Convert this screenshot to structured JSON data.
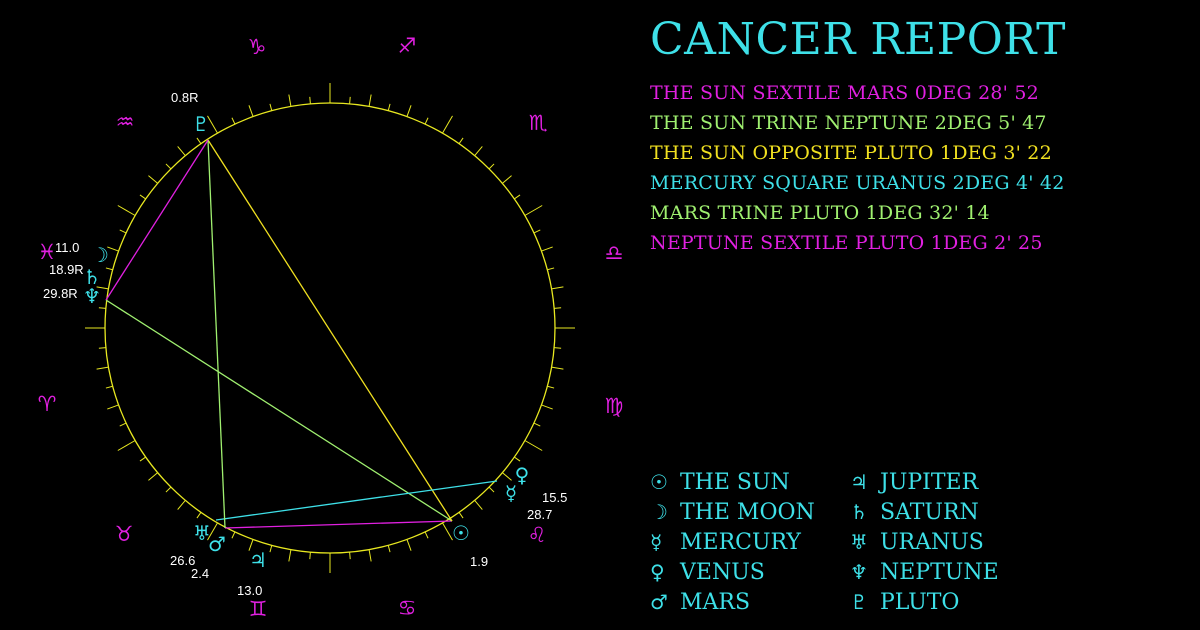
{
  "title": "CANCER REPORT",
  "aspects": [
    {
      "text": "THE SUN SEXTILE MARS 0DEG 28' 52",
      "color": "#e020e0"
    },
    {
      "text": "THE SUN TRINE NEPTUNE 2DEG 5' 47",
      "color": "#a0f070"
    },
    {
      "text": "THE SUN OPPOSITE PLUTO 1DEG 3' 22",
      "color": "#f0e020"
    },
    {
      "text": "MERCURY SQUARE URANUS 2DEG 4' 42",
      "color": "#3ee0e8"
    },
    {
      "text": "MARS TRINE PLUTO 1DEG 32' 14",
      "color": "#a0f070"
    },
    {
      "text": "NEPTUNE SEXTILE PLUTO 1DEG 2' 25",
      "color": "#e020e0"
    }
  ],
  "legend": [
    {
      "glyph": "☉",
      "label": "THE SUN",
      "icon": "sun-icon"
    },
    {
      "glyph": "☽",
      "label": "THE MOON",
      "icon": "moon-icon"
    },
    {
      "glyph": "☿",
      "label": "MERCURY",
      "icon": "mercury-icon"
    },
    {
      "glyph": "♀",
      "label": "VENUS",
      "icon": "venus-icon"
    },
    {
      "glyph": "♂",
      "label": "MARS",
      "icon": "mars-icon"
    },
    {
      "glyph": "♃",
      "label": "JUPITER",
      "icon": "jupiter-icon"
    },
    {
      "glyph": "♄",
      "label": "SATURN",
      "icon": "saturn-icon"
    },
    {
      "glyph": "♅",
      "label": "URANUS",
      "icon": "uranus-icon"
    },
    {
      "glyph": "♆",
      "label": "NEPTUNE",
      "icon": "neptune-icon"
    },
    {
      "glyph": "♇",
      "label": "PLUTO",
      "icon": "pluto-icon"
    }
  ],
  "zodiac_signs": [
    {
      "glyph": "♈",
      "name": "aries-icon"
    },
    {
      "glyph": "♉",
      "name": "taurus-icon"
    },
    {
      "glyph": "♊",
      "name": "gemini-icon"
    },
    {
      "glyph": "♋",
      "name": "cancer-icon"
    },
    {
      "glyph": "♌",
      "name": "leo-icon"
    },
    {
      "glyph": "♍",
      "name": "virgo-icon"
    },
    {
      "glyph": "♎",
      "name": "libra-icon"
    },
    {
      "glyph": "♏",
      "name": "scorpio-icon"
    },
    {
      "glyph": "♐",
      "name": "sagittarius-icon"
    },
    {
      "glyph": "♑",
      "name": "capricorn-icon"
    },
    {
      "glyph": "♒",
      "name": "aquarius-icon"
    },
    {
      "glyph": "♓",
      "name": "pisces-icon"
    }
  ],
  "planet_positions": [
    {
      "glyph": "♇",
      "name": "pluto-icon",
      "degree": "0.8R"
    },
    {
      "glyph": "☽",
      "name": "moon-icon",
      "degree": "11.0"
    },
    {
      "glyph": "♄",
      "name": "saturn-icon",
      "degree": "18.9R"
    },
    {
      "glyph": "♆",
      "name": "neptune-icon",
      "degree": "29.8R"
    },
    {
      "glyph": "♀",
      "name": "venus-icon",
      "degree": "15.5"
    },
    {
      "glyph": "☿",
      "name": "mercury-icon",
      "degree": "28.7"
    },
    {
      "glyph": "☉",
      "name": "sun-icon",
      "degree": "1.9"
    },
    {
      "glyph": "♅",
      "name": "uranus-icon",
      "degree": "26.6"
    },
    {
      "glyph": "♂",
      "name": "mars-icon",
      "degree": "2.4"
    },
    {
      "glyph": "♃",
      "name": "jupiter-icon",
      "degree": "13.0"
    }
  ],
  "colors": {
    "background": "#000000",
    "wheel": "#e8e820",
    "zodiac": "#e020e0",
    "planet": "#3ee0e8",
    "degree_text": "#ffffff",
    "sextile": "#e020e0",
    "trine": "#a0f070",
    "opposition": "#f0e020",
    "square": "#3ee0e8"
  }
}
